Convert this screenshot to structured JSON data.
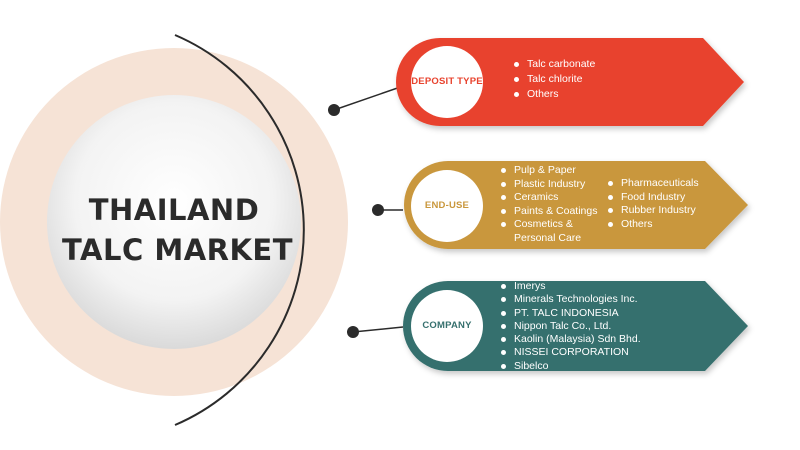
{
  "title": {
    "line1": "THAILAND",
    "line2": "TALC MARKET"
  },
  "colors": {
    "deposit": "#e8432e",
    "end_use": "#c9973c",
    "company": "#36706e",
    "outer_ring": "#f6e3d6",
    "arc": "#2b2b2b"
  },
  "segments": {
    "deposit": {
      "label": "DEPOSIT TYPE",
      "items": [
        "Talc carbonate",
        "Talc chlorite",
        "Others"
      ]
    },
    "end_use": {
      "label": "END-USE",
      "col1": [
        "Pulp & Paper",
        "Plastic Industry",
        "Ceramics",
        "Paints & Coatings"
      ],
      "cosmetics": [
        "Cosmetics &",
        "Personal Care"
      ],
      "col2": [
        "Pharmaceuticals",
        "Food Industry",
        "Rubber Industry",
        "Others"
      ]
    },
    "company": {
      "label": "COMPANY",
      "items": [
        "Imerys",
        "Minerals Technologies Inc.",
        "PT. TALC INDONESIA",
        "Nippon Talc Co., Ltd.",
        "Kaolin (Malaysia) Sdn Bhd.",
        "NISSEI CORPORATION",
        "Sibelco"
      ]
    }
  }
}
